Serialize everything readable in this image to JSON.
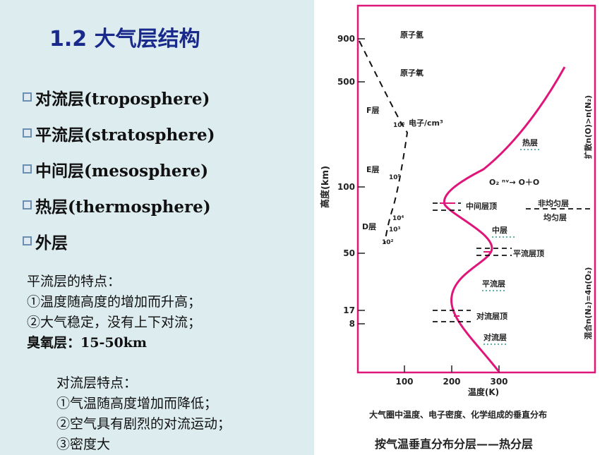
{
  "title": "1.2  大气层结构",
  "bullets": [
    "对流层(troposphere)",
    "平流层(stratosphere)",
    "中间层(mesosphere)",
    "热层(thermosphere)",
    "外层"
  ],
  "stratosphere_notes": {
    "heading": "平流层的特点：",
    "lines": [
      "①温度随高度的增加而升高；",
      "②大气稳定，没有上下对流；",
      "臭氧层：15-50km"
    ]
  },
  "troposphere_notes": {
    "heading": "对流层特点：",
    "lines": [
      "①气温随高度增加而降低；",
      "②空气具有剧烈的对流运动；",
      "③密度大"
    ]
  },
  "figure": {
    "y_axis_label": "高度(km)",
    "x_axis_label": "温度(K)",
    "y_ticks": [
      "900",
      "500",
      "100",
      "50",
      "17",
      "8"
    ],
    "x_ticks": [
      "100",
      "200",
      "300"
    ],
    "labels": {
      "atomic_h": "原子氢",
      "atomic_o": "原子氧",
      "f_layer": "F层",
      "e_layer": "E层",
      "d_layer": "D层",
      "density_1e6": "10⁶",
      "electron_unit": "电子/cm³",
      "density_1e5": "10⁵",
      "density_1e4": "10⁴",
      "density_1e3": "10³",
      "density_1e2": "10²",
      "thermosphere": "热层",
      "photodissociation": "O₂ ⁿᵛ→ O＋O",
      "mesopause": "中间层顶",
      "heterosphere": "非均匀层",
      "homosphere": "均匀层",
      "mesosphere": "中层",
      "stratopause": "平流层顶",
      "stratosphere": "平流层",
      "tropopause": "对流层顶",
      "troposphere": "对流层",
      "diffusion": "扩散n(O)>n(N₂)",
      "mixing": "混合n(N₂)=4n(O₂)"
    },
    "caption": "大气圈中温度、电子密度、化学组成的垂直分布",
    "subtitle": "按气温垂直分布分层——热分层"
  },
  "colors": {
    "accent": "#e0157a",
    "title": "#1a2a8c",
    "background": "#ddecef"
  }
}
